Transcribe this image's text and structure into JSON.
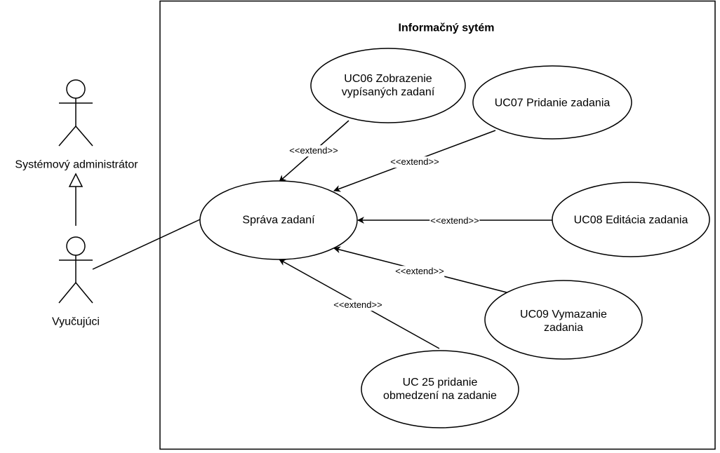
{
  "system": {
    "title": "Informačný sytém"
  },
  "actors": {
    "admin": {
      "name": "Systémový administrátor"
    },
    "teacher": {
      "name": "Vyučujúci"
    }
  },
  "use_cases": {
    "main": {
      "label": "Správa zadaní"
    },
    "uc06": {
      "line1": "UC06 Zobrazenie",
      "line2": "vypísaných zadaní"
    },
    "uc07": {
      "label": "UC07 Pridanie zadania"
    },
    "uc08": {
      "label": "UC08 Editácia zadania"
    },
    "uc09": {
      "line1": "UC09 Vymazanie",
      "line2": "zadania"
    },
    "uc25": {
      "line1": "UC 25 pridanie",
      "line2": "obmedzení na zadanie"
    }
  },
  "relations": {
    "extend_label": "<<extend>>"
  },
  "colors": {
    "stroke": "#000000",
    "fill": "#ffffff"
  }
}
